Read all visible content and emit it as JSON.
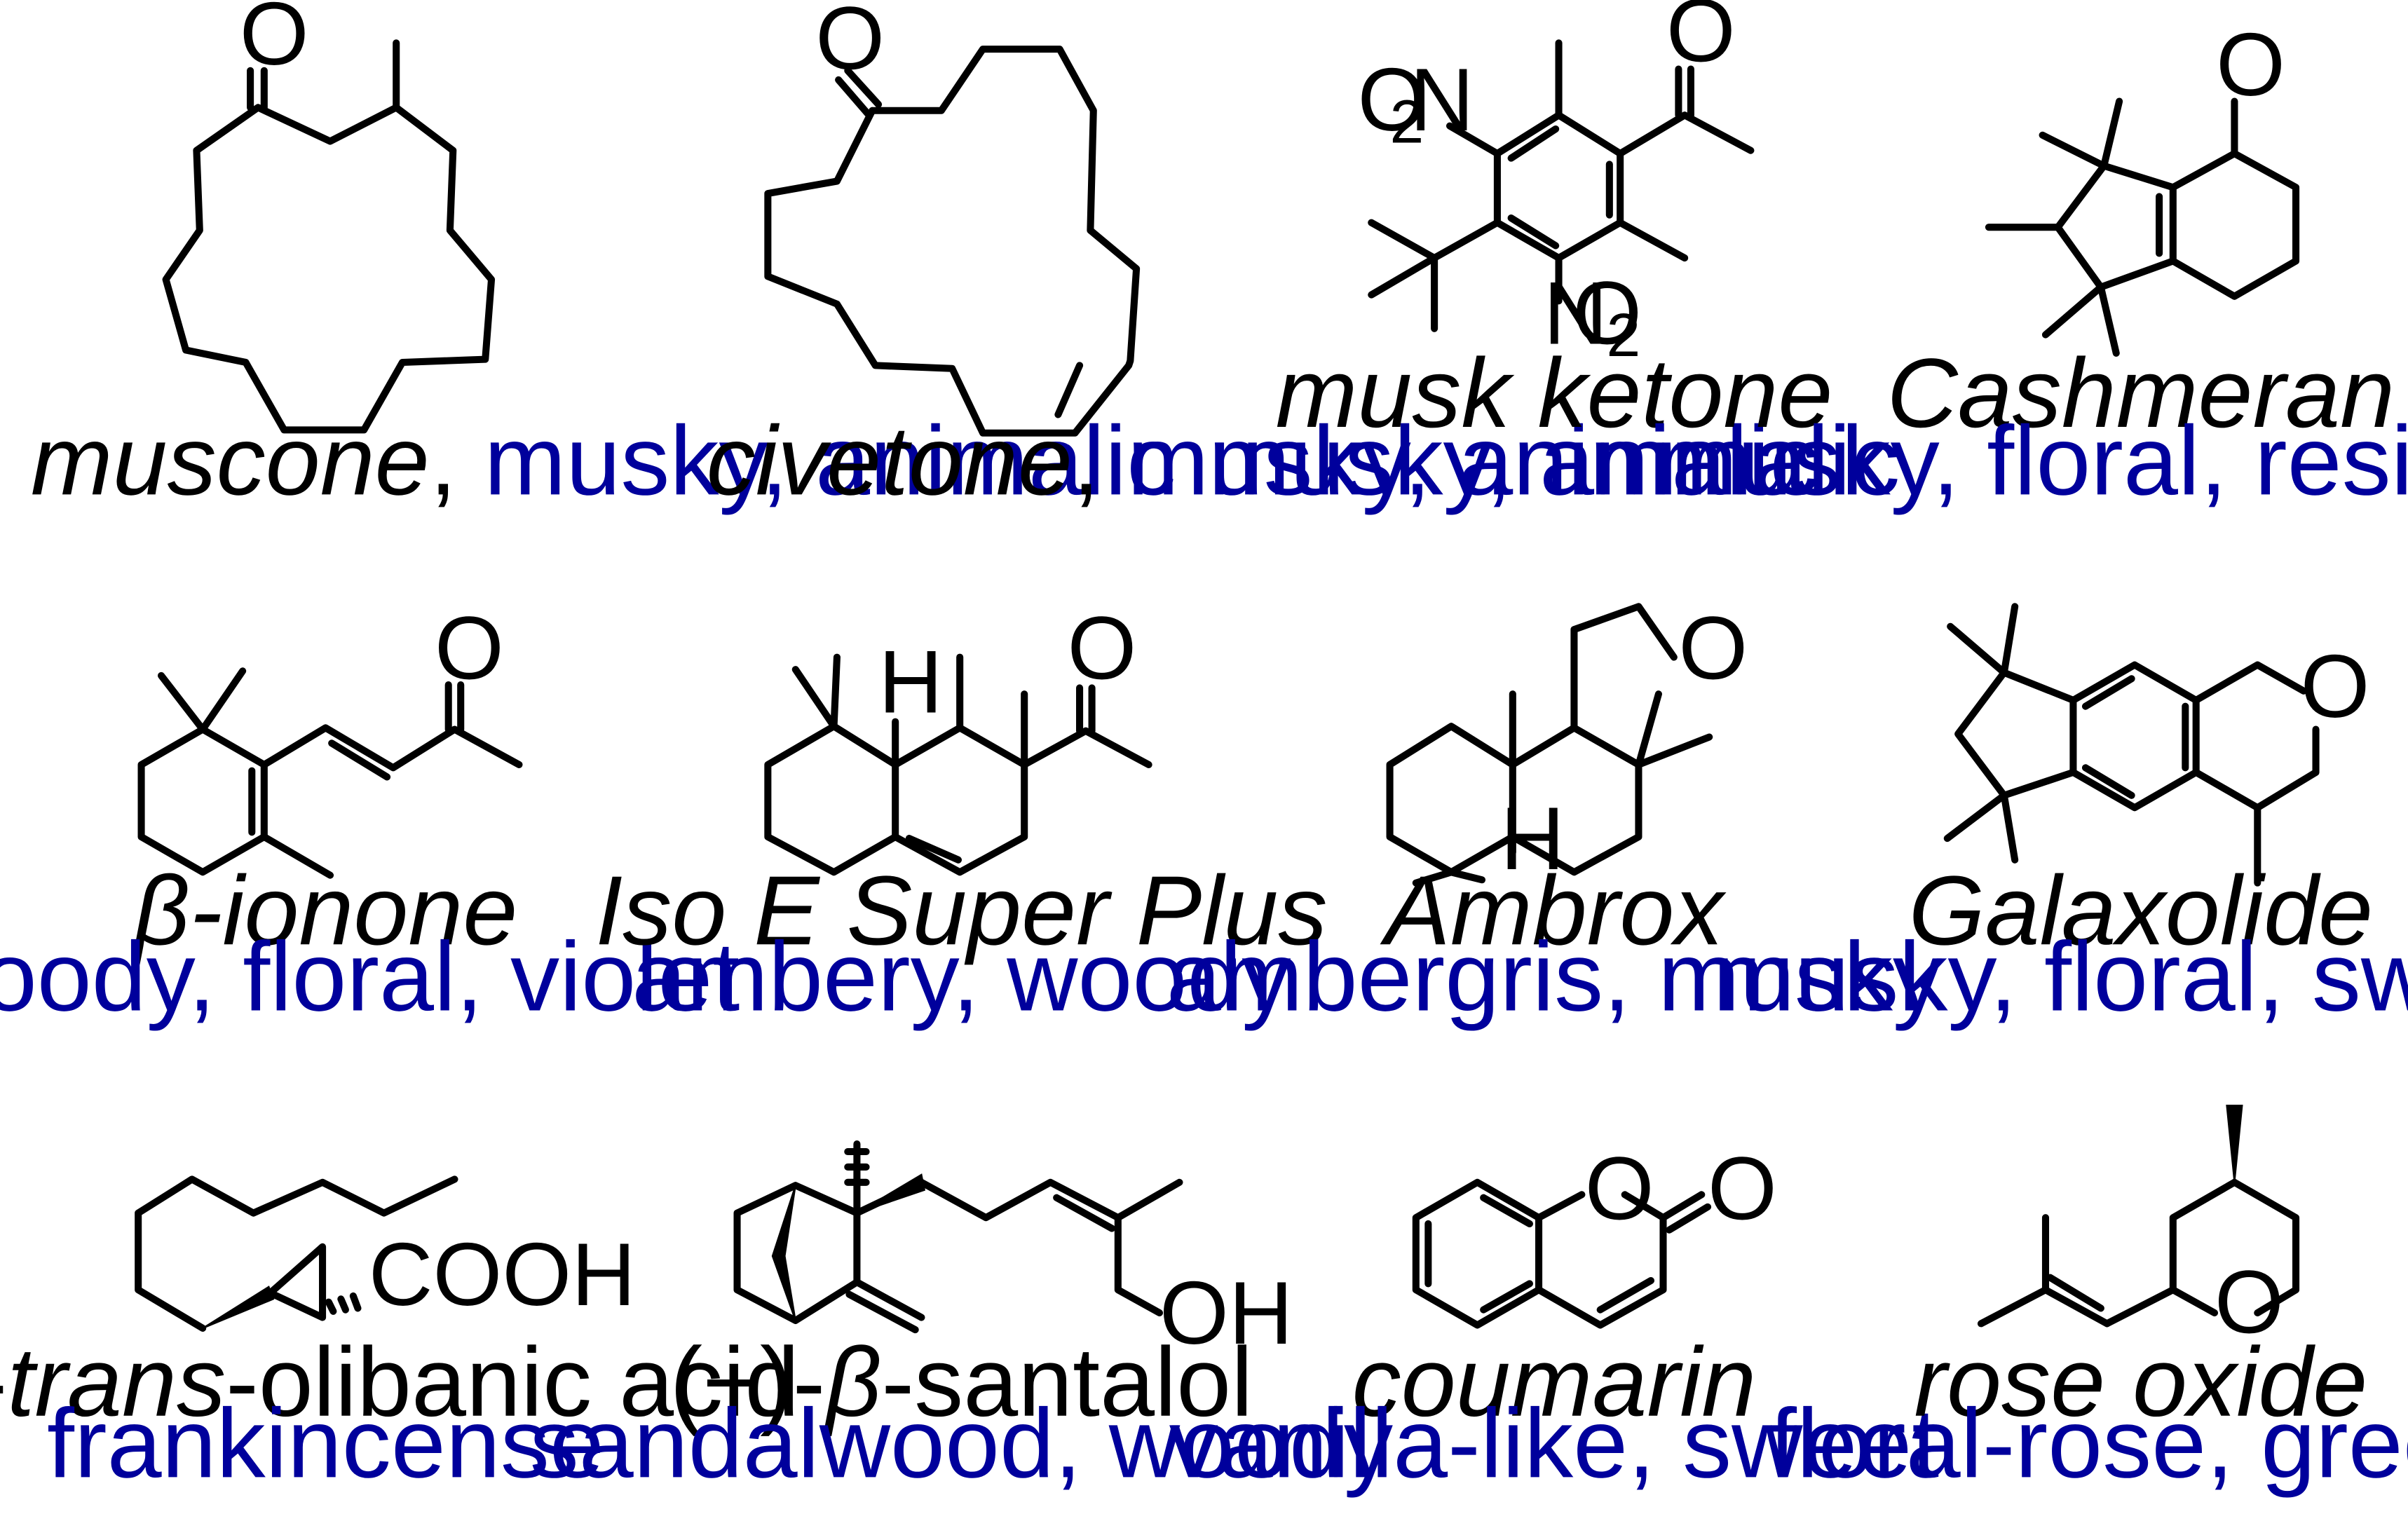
{
  "atom_labels": {
    "O": "O",
    "H": "H",
    "OH": "OH",
    "COOH": "COOH",
    "N": "N",
    "sub2": "2"
  },
  "compounds": [
    {
      "name": "muscone",
      "descriptors": "musky, animalic"
    },
    {
      "name": "civetone",
      "descriptors": "musky, animalic"
    },
    {
      "name": "musk ketone",
      "descriptors": "musky, animalic"
    },
    {
      "name": "Cashmeran",
      "descriptors": "musky, floral, resinous"
    },
    {
      "name": "β-ionone",
      "descriptors": "woody, floral, violet"
    },
    {
      "name": "Iso E Super Plus",
      "descriptors": "ambery, woody"
    },
    {
      "name": "Ambrox",
      "descriptors": "ambergris, musky"
    },
    {
      "name": "Galaxolide",
      "descriptors": "musky, floral, sweet"
    },
    {
      "name_prefix": "(+)-",
      "name_italic": "trans",
      "name_suffix": "-olibanic acid",
      "descriptors": "frankincense"
    },
    {
      "name_prefix": "(−)-",
      "name_italic": "β",
      "name_suffix": "-santalol",
      "descriptors": "sandalwood, woody"
    },
    {
      "name": "coumarin",
      "descriptors": "vanilla-like, sweet"
    },
    {
      "name": "rose oxide",
      "descriptors": "floral-rose, green"
    }
  ],
  "colors": {
    "structure": "#000000",
    "compound_name": "#000000",
    "descriptor": "#00009c"
  }
}
